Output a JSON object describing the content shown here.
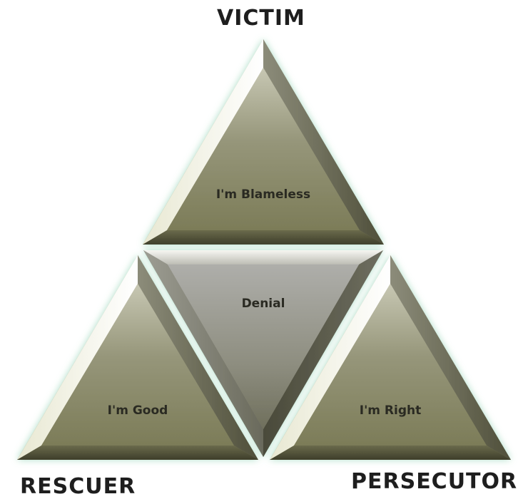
{
  "roles": {
    "top": "VICTIM",
    "bottom_left": "RESCUER",
    "bottom_right": "PERSECUTOR"
  },
  "triangles": {
    "top": "I'm Blameless",
    "center": "Denial",
    "bottom_left": "I'm Good",
    "bottom_right": "I'm Right"
  },
  "colors": {
    "face": "#8d8d6a",
    "face_center": "#9a9a92",
    "highlight": "#f4f4e4",
    "shadow": "#55553e",
    "glow": "#a9dcc4",
    "label": "#1e1e1e"
  }
}
